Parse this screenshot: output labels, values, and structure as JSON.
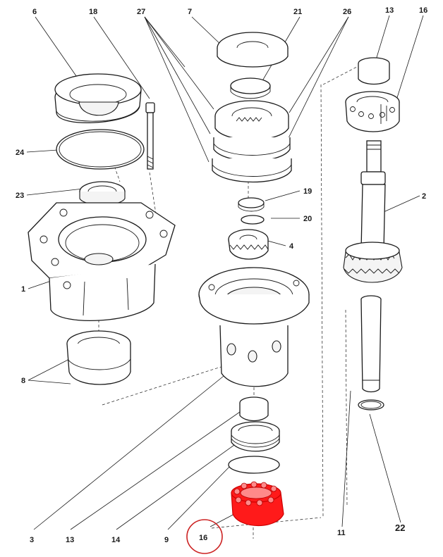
{
  "labels": {
    "l6": "6",
    "l18": "18",
    "l27": "27",
    "l7": "7",
    "l21": "21",
    "l26": "26",
    "l13_top": "13",
    "l16_top": "16",
    "l24": "24",
    "l23": "23",
    "l19": "19",
    "l20": "20",
    "l4": "4",
    "l2": "2",
    "l1": "1",
    "l8": "8",
    "l3": "3",
    "l13_bottom": "13",
    "l14": "14",
    "l9": "9",
    "l16_bottom": "16",
    "l11": "11",
    "l22": "22"
  },
  "highlight": {
    "color": "#ff1a1a",
    "circle_color": "#cc2222"
  }
}
